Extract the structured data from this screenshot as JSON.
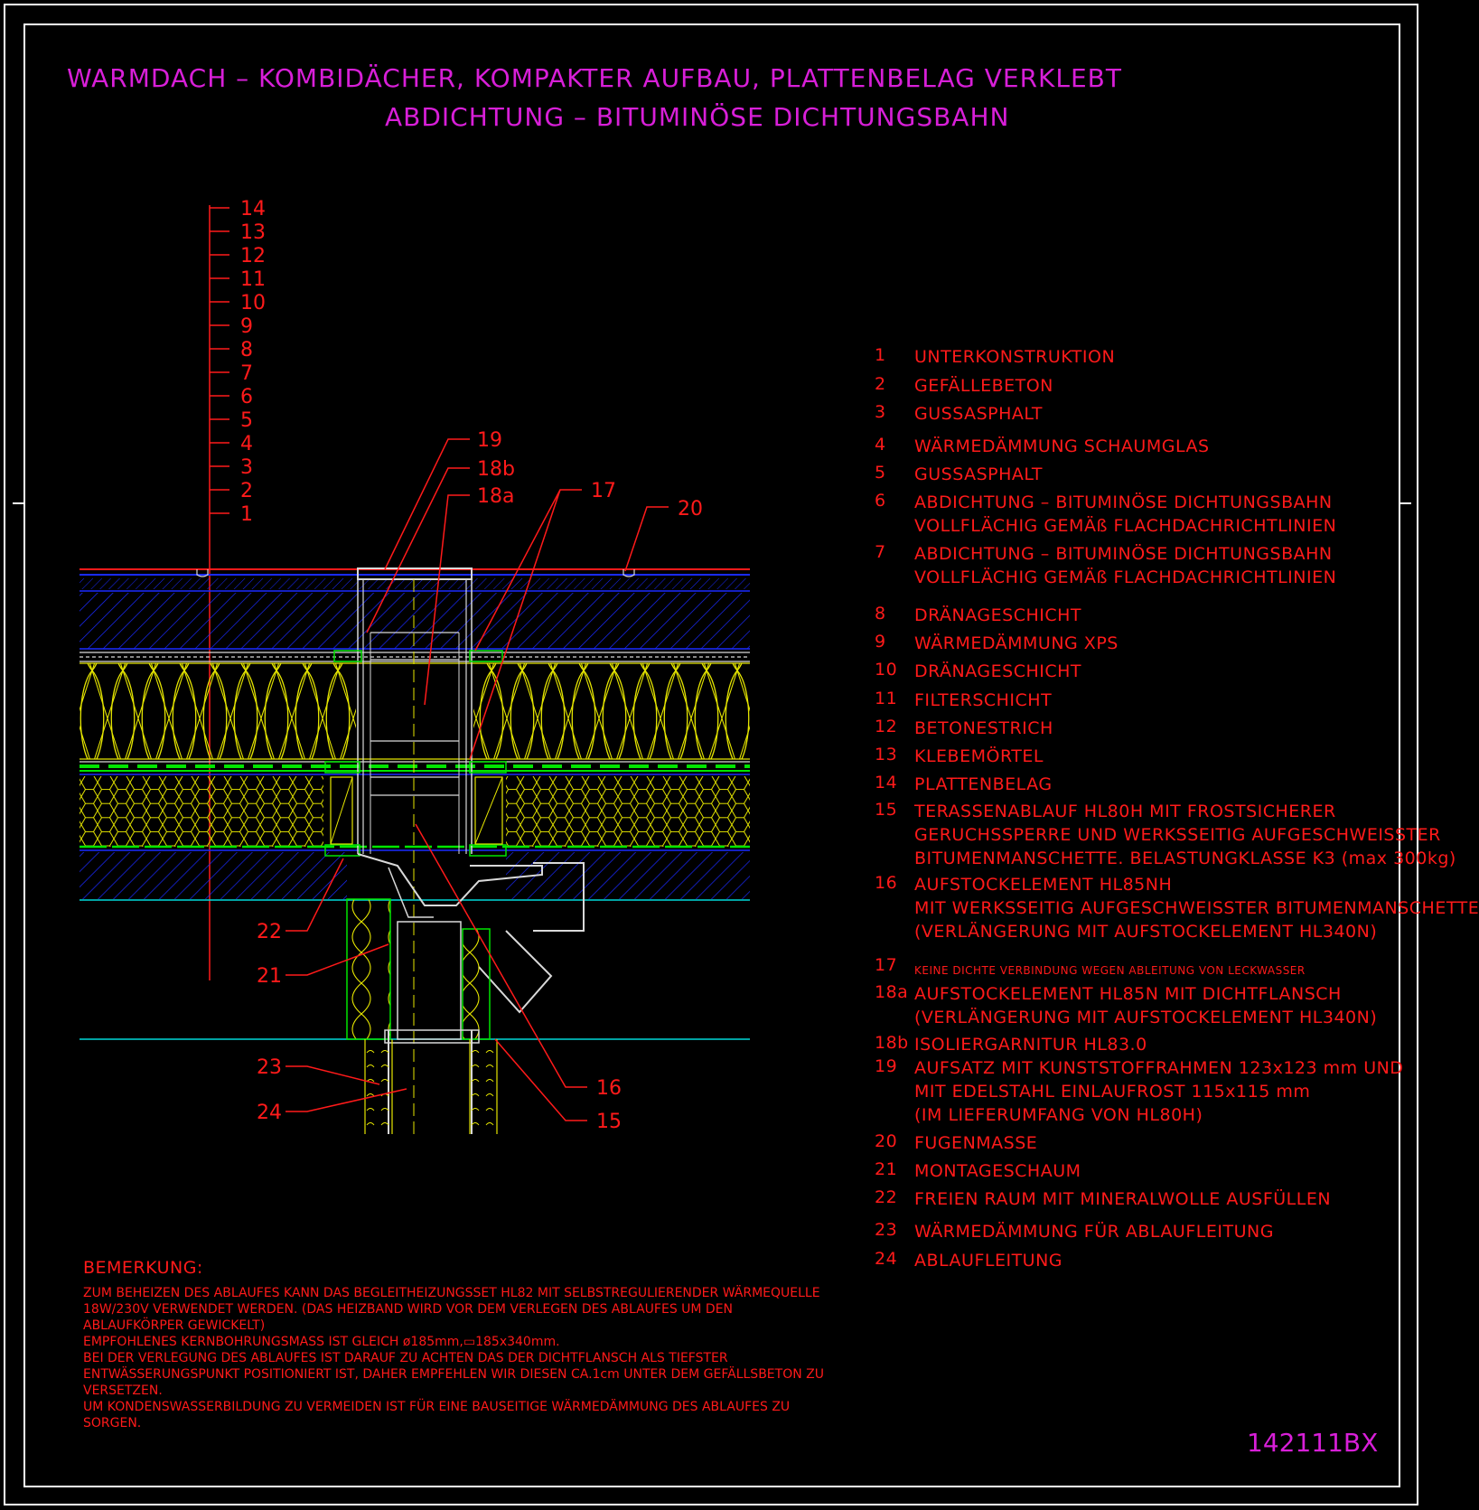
{
  "title": {
    "line1": "WARMDACH – KOMBIDÄCHER, KOMPAKTER AUFBAU, PLATTENBELAG VERKLEBT",
    "line2": "ABDICHTUNG – BITUMINÖSE DICHTUNGSBAHN"
  },
  "layer_labels": [
    "14",
    "13",
    "12",
    "11",
    "10",
    "9",
    "8",
    "7",
    "6",
    "5",
    "4",
    "3",
    "2",
    "1"
  ],
  "callouts": {
    "c19": "19",
    "c18b": "18b",
    "c18a": "18a",
    "c17": "17",
    "c20": "20",
    "c22": "22",
    "c21": "21",
    "c23": "23",
    "c24": "24",
    "c16": "16",
    "c15": "15"
  },
  "legend": [
    {
      "num": "1",
      "text": "UNTERKONSTRUKTION"
    },
    {
      "num": "2",
      "text": "GEFÄLLEBETON"
    },
    {
      "num": "3",
      "text": "GUSSASPHALT"
    },
    {
      "num": "4",
      "text": "WÄRMEDÄMMUNG SCHAUMGLAS"
    },
    {
      "num": "5",
      "text": "GUSSASPHALT"
    },
    {
      "num": "6",
      "text": "ABDICHTUNG – BITUMINÖSE DICHTUNGSBAHN\nVOLLFLÄCHIG GEMÄß FLACHDACHRICHTLINIEN"
    },
    {
      "num": "7",
      "text": "ABDICHTUNG – BITUMINÖSE DICHTUNGSBAHN\nVOLLFLÄCHIG GEMÄß FLACHDACHRICHTLINIEN"
    },
    {
      "num": "8",
      "text": "DRÄNAGESCHICHT"
    },
    {
      "num": "9",
      "text": "WÄRMEDÄMMUNG XPS"
    },
    {
      "num": "10",
      "text": "DRÄNAGESCHICHT"
    },
    {
      "num": "11",
      "text": "FILTERSCHICHT"
    },
    {
      "num": "12",
      "text": "BETONESTRICH"
    },
    {
      "num": "13",
      "text": "KLEBEMÖRTEL"
    },
    {
      "num": "14",
      "text": "PLATTENBELAG"
    },
    {
      "num": "15",
      "text": "TERASSENABLAUF HL80H MIT FROSTSICHERER\nGERUCHSSPERRE UND WERKSSEITIG AUFGESCHWEISSTER\nBITUMENMANSCHETTE. BELASTUNGKLASSE K3 (max 300kg)"
    },
    {
      "num": "16",
      "text": "AUFSTOCKELEMENT HL85NH\nMIT WERKSSEITIG AUFGESCHWEISSTER BITUMENMANSCHETTE\n(VERLÄNGERUNG MIT AUFSTOCKELEMENT HL340N)"
    },
    {
      "num": "17",
      "text": "KEINE DICHTE VERBINDUNG WEGEN ABLEITUNG VON LECKWASSER"
    },
    {
      "num": "18a",
      "text": "AUFSTOCKELEMENT HL85N MIT DICHTFLANSCH\n(VERLÄNGERUNG MIT AUFSTOCKELEMENT HL340N)"
    },
    {
      "num": "18b",
      "text": "ISOLIERGARNITUR HL83.0"
    },
    {
      "num": "19",
      "text": "AUFSATZ MIT KUNSTSTOFFRAHMEN 123x123 mm UND\nMIT EDELSTAHL EINLAUFROST 115x115 mm\n(IM LIEFERUMFANG VON HL80H)"
    },
    {
      "num": "20",
      "text": "FUGENMASSE"
    },
    {
      "num": "21",
      "text": "MONTAGESCHAUM"
    },
    {
      "num": "22",
      "text": "FREIEN RAUM MIT MINERALWOLLE AUSFÜLLEN"
    },
    {
      "num": "23",
      "text": "WÄRMEDÄMMUNG FÜR ABLAUFLEITUNG"
    },
    {
      "num": "24",
      "text": "ABLAUFLEITUNG"
    }
  ],
  "remarks": {
    "heading": "BEMERKUNG:",
    "body": "ZUM BEHEIZEN DES ABLAUFES KANN DAS BEGLEITHEIZUNGSSET HL82 MIT SELBSTREGULIERENDER WÄRMEQUELLE\n18W/230V VERWENDET WERDEN. (DAS HEIZBAND WIRD VOR DEM VERLEGEN DES ABLAUFES UM DEN\nABLAUFKÖRPER GEWICKELT)\nEMPFOHLENES KERNBOHRUNGSMASS IST GLEICH ø185mm,▭185x340mm.\nBEI DER VERLEGUNG DES ABLAUFES IST DARAUF ZU ACHTEN DAS DER DICHTFLANSCH ALS TIEFSTER\nENTWÄSSERUNGSPUNKT POSITIONIERT IST, DAHER EMPFEHLEN WIR DIESEN CA.1cm UNTER DEM GEFÄLLSBETON ZU\nVERSETZEN.\nUM KONDENSWASSERBILDUNG ZU VERMEIDEN IST FÜR EINE BAUSEITIGE WÄRMEDÄMMUNG DES ABLAUFES ZU\nSORGEN."
  },
  "drawing_number": "142111BX",
  "colors": {
    "title": "#d81fd8",
    "annotation": "#ff1a1a",
    "insulation": "#e6e600",
    "membrane": "#00e600",
    "concrete_hatch": "#1a2aff",
    "drain_body": "#d9d9d9",
    "boundary": "#00d9d9"
  }
}
